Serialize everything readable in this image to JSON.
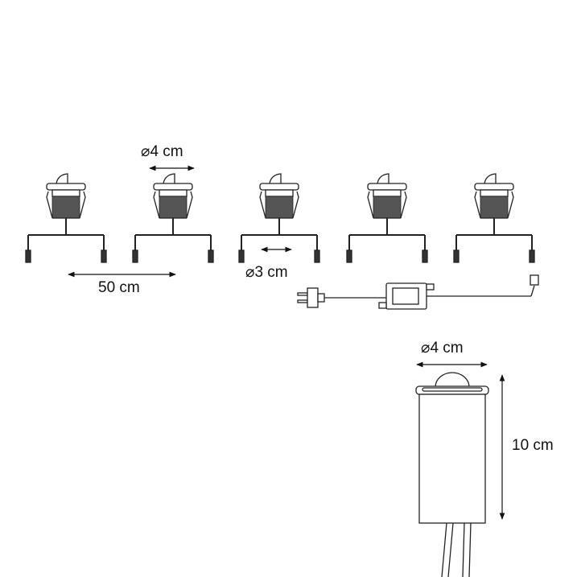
{
  "labels": {
    "spot_diameter": "⌀4 cm",
    "cable_length": "50 cm",
    "hole_diameter": "⌀3 cm",
    "spike_diameter": "⌀4 cm",
    "spike_height": "10 cm"
  },
  "spots_count": 5,
  "colors": {
    "line": "#222222",
    "fill": "#555555"
  }
}
